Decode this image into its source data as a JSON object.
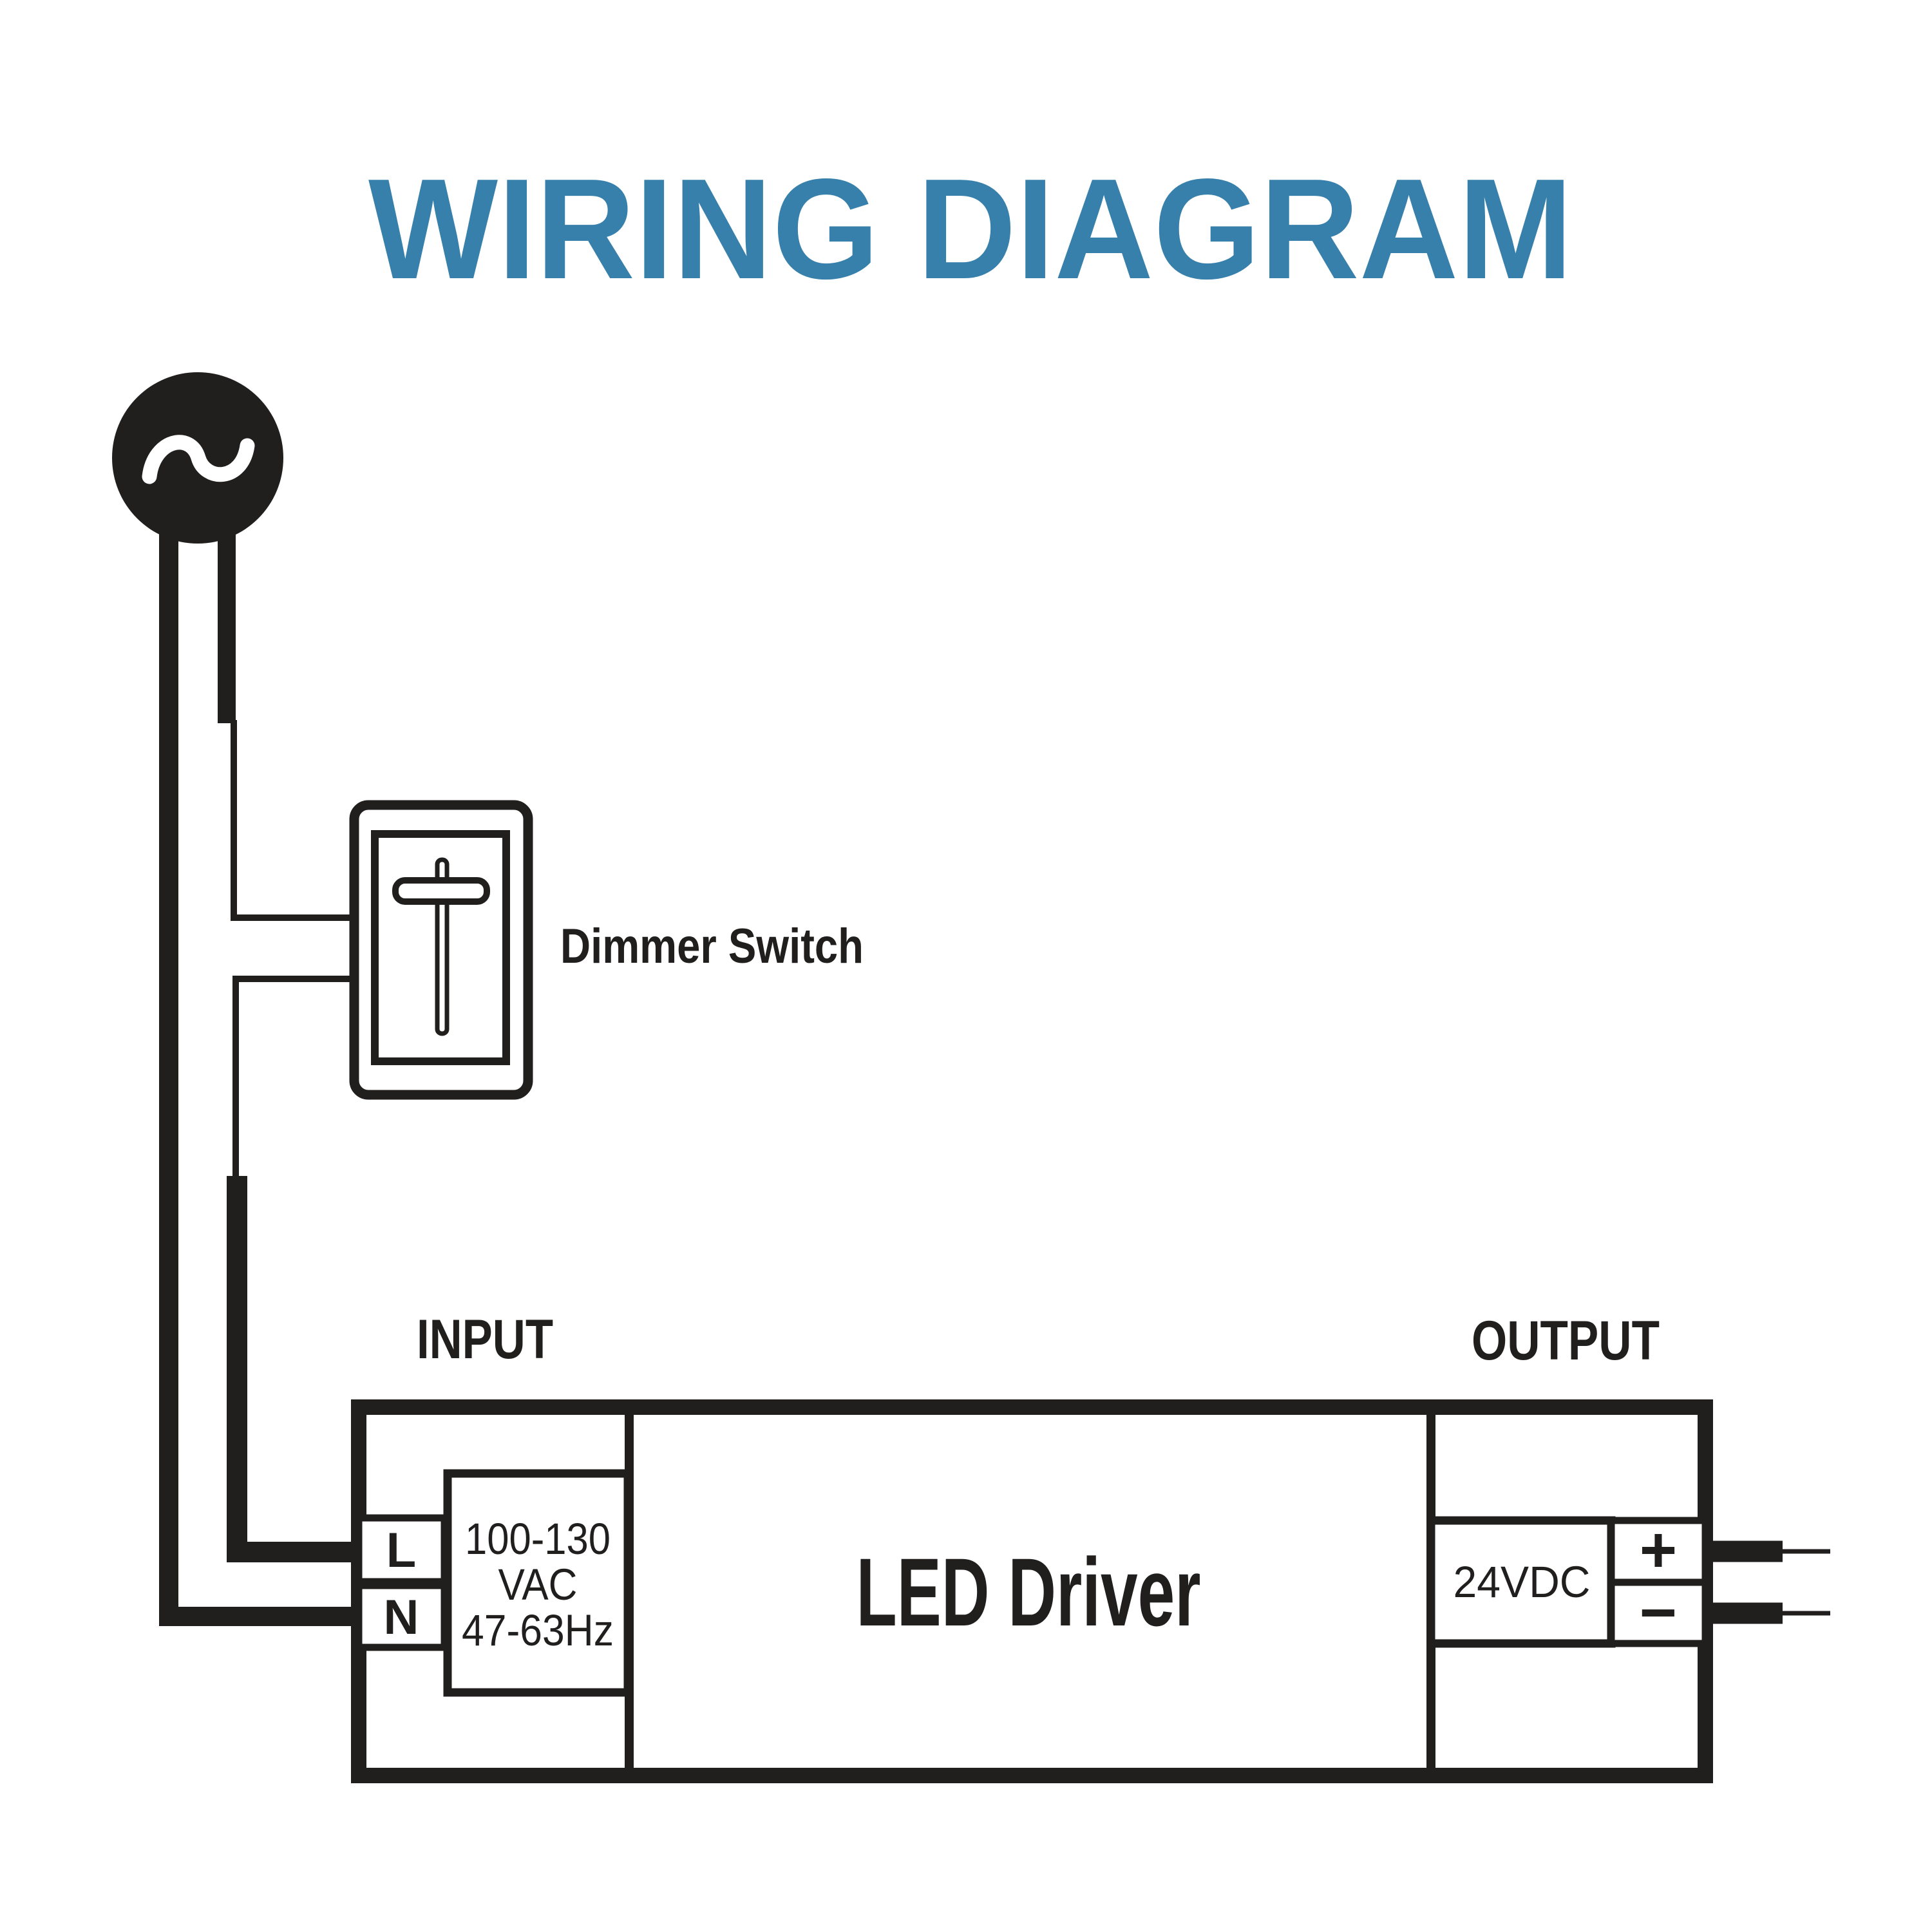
{
  "title": {
    "text": "WIRING DIAGRAM"
  },
  "source": {
    "icon": "ac-source-icon",
    "symbol": "sine-wave"
  },
  "dimmer": {
    "label": "Dimmer Switch"
  },
  "driver": {
    "input_label": "INPUT",
    "output_label": "OUTPUT",
    "name": "LED Driver",
    "input_rating": {
      "line1": "100-130",
      "line2": "VAC",
      "line3": "47-63Hz"
    },
    "output_rating": "24VDC",
    "terminals": {
      "live": "L",
      "neutral": "N",
      "positive": "+",
      "negative": "−"
    }
  },
  "colors": {
    "accent": "#3780ac",
    "ink": "#211e1e",
    "background": "#ffffff"
  }
}
